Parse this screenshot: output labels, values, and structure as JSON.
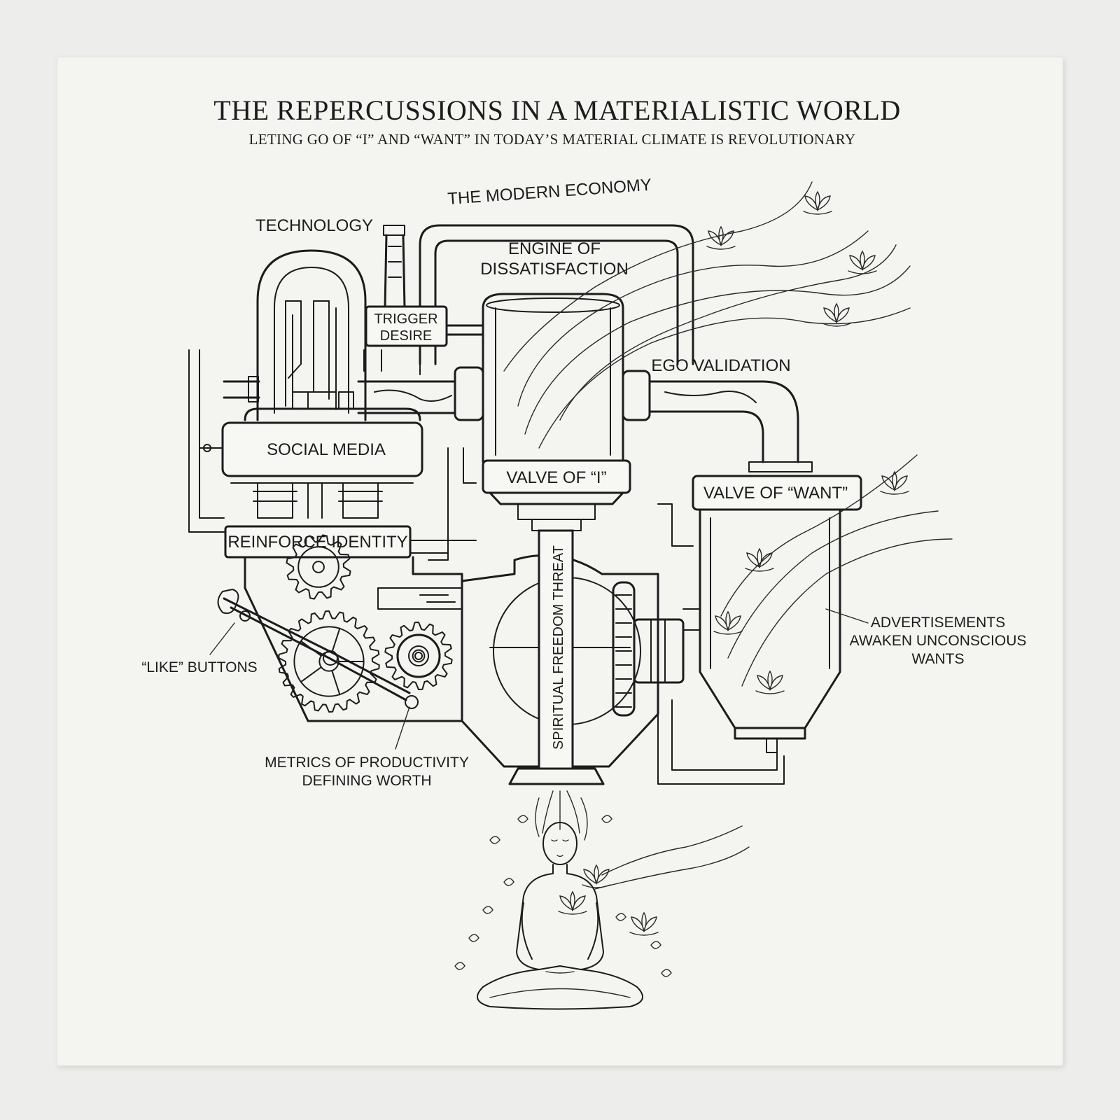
{
  "title": "THE REPERCUSSIONS IN A MATERIALISTIC WORLD",
  "subtitle": "LETING GO OF “I” AND “WANT” IN TODAY’S MATERIAL CLIMATE IS REVOLUTIONARY",
  "labels": {
    "modern_economy": "THE MODERN ECONOMY",
    "technology": "TECHNOLOGY",
    "engine_line1": "ENGINE OF",
    "engine_line2": "DISSATISFACTION",
    "trigger_line1": "TRIGGER",
    "trigger_line2": "DESIRE",
    "ego_validation": "EGO VALIDATION",
    "social_media": "SOCIAL MEDIA",
    "valve_i": "VALVE OF “I”",
    "valve_want": "VALVE OF “WANT”",
    "reinforce_identity": "REINFORCE IDENTITY",
    "spiritual_freedom_threat": "SPIRITUAL FREEDOM THREAT",
    "like_buttons": "“LIKE” BUTTONS",
    "ads_line1": "ADVERTISEMENTS",
    "ads_line2": "AWAKEN UNCONSCIOUS",
    "ads_line3": "WANTS",
    "metrics_line1": "METRICS OF PRODUCTIVITY",
    "metrics_line2": "DEFINING WORTH"
  },
  "icons": [
    "gear-icon",
    "lotus-icon",
    "meditating-figure-icon",
    "smokestack-icon"
  ],
  "colors": {
    "ink": "#1c1c1c",
    "paper": "#f4f4f1",
    "background": "#ededeb"
  }
}
